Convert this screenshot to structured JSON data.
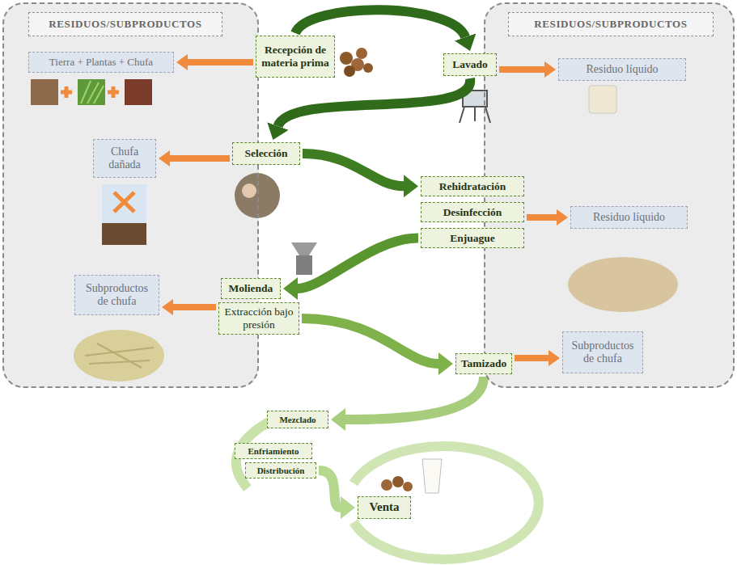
{
  "diagram": {
    "nodes": [
      {
        "text": [
          "RESIDUOS/SUBPRODUCTOS"
        ]
      },
      {
        "text": [
          "Tierra + Plantas + Chufa"
        ],
        "in": 0
      },
      {
        "text": [
          "Chufa dañada"
        ],
        "in": 0
      },
      {
        "text": [
          "Subproductos de chufa"
        ],
        "in": 0
      },
      {
        "text": [
          "RESIDUOS/SUBPRODUCTOS"
        ]
      },
      {
        "text": [
          "Residuo líquido"
        ],
        "in": 4
      },
      {
        "text": [
          "Residuo líquido"
        ],
        "in": 4
      },
      {
        "text": [
          "Subproductos de chufa"
        ],
        "in": 4
      },
      {
        "text": [
          "Recepción de materia prima"
        ]
      },
      {
        "text": [
          "Lavado"
        ]
      },
      {
        "text": [
          "Selección"
        ]
      },
      {
        "text": [
          "Rehidratación"
        ]
      },
      {
        "text": [
          "Desinfección"
        ]
      },
      {
        "text": [
          "Enjuague"
        ]
      },
      {
        "text": [
          "Molienda"
        ]
      },
      {
        "text": [
          "Extracción bajo presión"
        ]
      },
      {
        "text": [
          "Tamizado"
        ]
      },
      {
        "text": [
          "Mezclado"
        ]
      },
      {
        "text": [
          "Enfriamiento"
        ]
      },
      {
        "text": [
          "Distribución"
        ]
      },
      {
        "text": [
          "Venta"
        ]
      }
    ],
    "edges": [
      {
        "from": 8,
        "to": 1,
        "arrow": "to"
      },
      {
        "from": 9,
        "to": 5,
        "arrow": "to"
      },
      {
        "from": 10,
        "to": 2,
        "arrow": "to"
      },
      {
        "from": 12,
        "to": 6,
        "arrow": "to"
      },
      {
        "from": 15,
        "to": 3,
        "arrow": "to"
      },
      {
        "from": 16,
        "to": 7,
        "arrow": "to"
      },
      {
        "from": 8,
        "to": 9,
        "arrow": "to"
      },
      {
        "from": 9,
        "to": 10,
        "arrow": "to"
      },
      {
        "from": 10,
        "to": 11,
        "arrow": "to"
      },
      {
        "from": 13,
        "to": 14,
        "arrow": "to"
      },
      {
        "from": 15,
        "to": 16,
        "arrow": "to"
      },
      {
        "from": 16,
        "to": 17,
        "arrow": "to"
      },
      {
        "from": 19,
        "to": 20,
        "arrow": "to"
      }
    ]
  }
}
